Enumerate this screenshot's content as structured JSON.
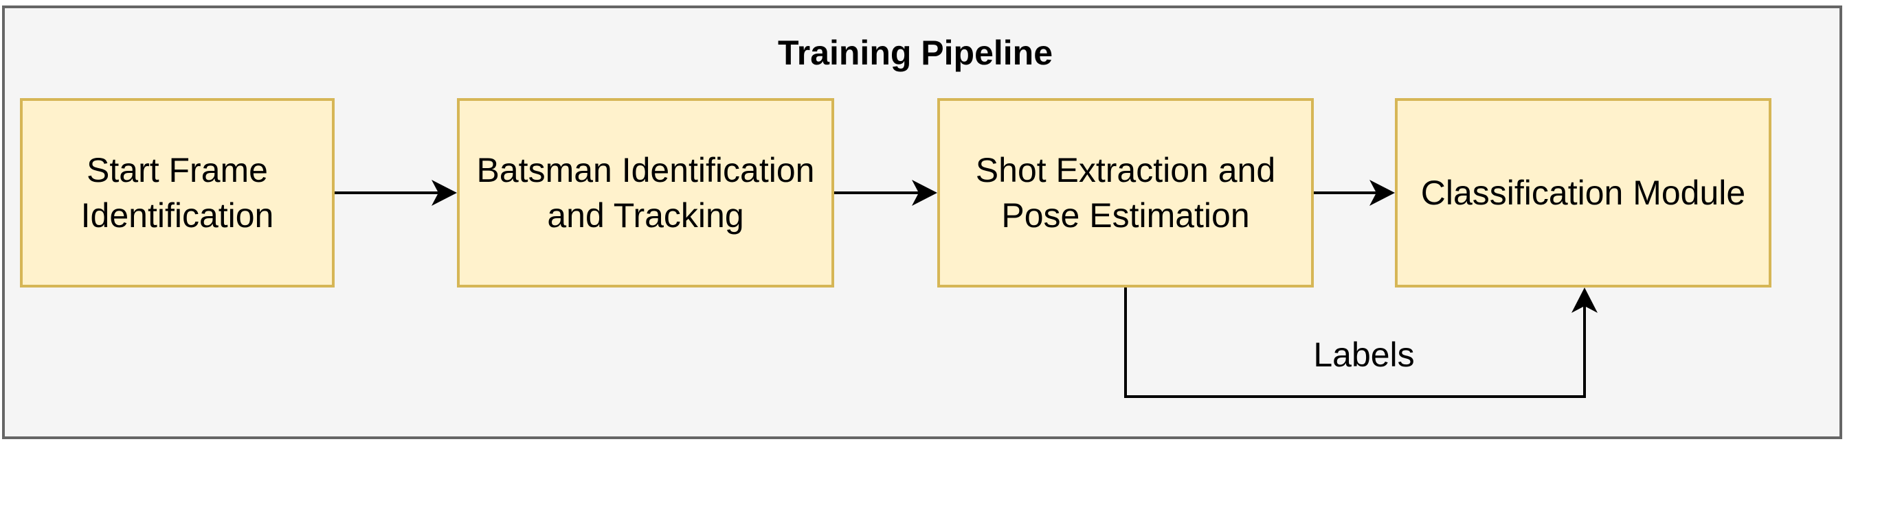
{
  "diagram": {
    "title": "Training Pipeline",
    "nodes": [
      {
        "id": "start-frame",
        "label": "Start Frame Identification"
      },
      {
        "id": "batsman",
        "label": "Batsman Identification and Tracking"
      },
      {
        "id": "shot-extraction",
        "label": "Shot Extraction and Pose Estimation"
      },
      {
        "id": "classification",
        "label": "Classification Module"
      }
    ],
    "edges": [
      {
        "from": "start-frame",
        "to": "batsman",
        "label": ""
      },
      {
        "from": "batsman",
        "to": "shot-extraction",
        "label": ""
      },
      {
        "from": "shot-extraction",
        "to": "classification",
        "label": ""
      },
      {
        "from": "shot-extraction",
        "to": "classification",
        "label": "Labels"
      }
    ],
    "colors": {
      "container_fill": "#f5f5f5",
      "container_border": "#666666",
      "node_fill": "#fff2cc",
      "node_border": "#d6b656",
      "arrow": "#000000"
    }
  }
}
